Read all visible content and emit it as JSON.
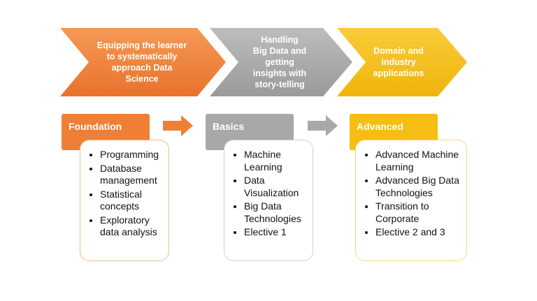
{
  "stages": [
    {
      "chevron_text": "Equipping the learner\nto systematically\napproach Data\nScience",
      "level": "Foundation",
      "items": [
        "Programming",
        "Database management",
        "Statistical concepts",
        "Exploratory data analysis"
      ],
      "color": "#ef7f36",
      "border": "#f3b98a"
    },
    {
      "chevron_text": "Handling\nBig Data and\ngetting\ninsights with\nstory-telling",
      "level": "Basics",
      "items": [
        "Machine Learning",
        "Data Visualization",
        "Big Data Technologies",
        "Elective 1"
      ],
      "color": "#a8a8a8",
      "border": "#cfcfcf"
    },
    {
      "chevron_text": "Domain and\nindustry\napplications",
      "level": "Advanced",
      "items": [
        "Advanced Machine Learning",
        "Advanced Big Data Technologies",
        "Transition to Corporate",
        "Elective 2 and 3"
      ],
      "color": "#f6bd12",
      "border": "#f6d97a"
    }
  ]
}
